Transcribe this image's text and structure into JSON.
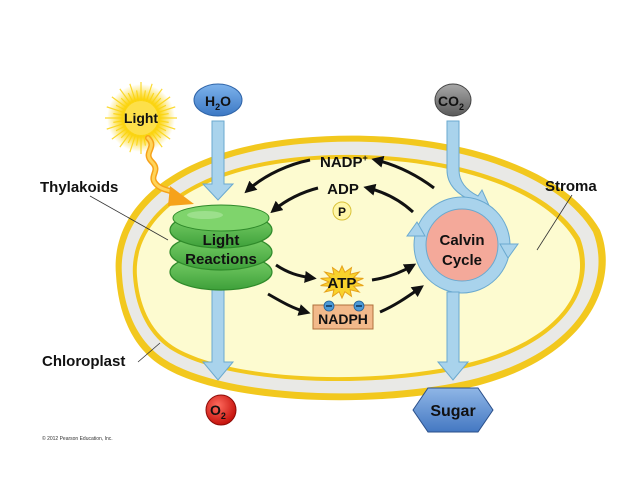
{
  "diagram": {
    "title": "Photosynthesis overview in the chloroplast",
    "labels": {
      "light": "Light",
      "water": "H",
      "water_sub": "2",
      "water_tail": "O",
      "co2": "CO",
      "co2_sub": "2",
      "thylakoids": "Thylakoids",
      "stroma": "Stroma",
      "chloroplast": "Chloroplast",
      "light_reactions_line1": "Light",
      "light_reactions_line2": "Reactions",
      "calvin_line1": "Calvin",
      "calvin_line2": "Cycle",
      "nadp": "NADP",
      "nadp_sup": "+",
      "adp": "ADP",
      "phosphate": "P",
      "atp": "ATP",
      "nadph": "NADPH",
      "oxygen": "O",
      "oxygen_sub": "2",
      "sugar": "Sugar"
    },
    "copyright": "© 2012 Pearson Education, Inc.",
    "colors": {
      "membrane_outer": "#f2c81e",
      "membrane_gap": "#e6e6e6",
      "stroma_fill": "#fdfbd0",
      "thylakoid_green": "#5cbf4c",
      "thylakoid_dark": "#2f8a2a",
      "arrow_blue": "#a9d3ec",
      "arrow_blue_stroke": "#6aa9cf",
      "calvin_fill": "#f4a99a",
      "atp_star": "#f9d22c",
      "nadph_box": "#f2b98a",
      "water_oval": "#4f8fd6",
      "co2_oval": "#777777",
      "oxygen_ball": "#e0231c",
      "sugar_hex": "#5c8fd0",
      "sun": "#fbd40f"
    }
  }
}
